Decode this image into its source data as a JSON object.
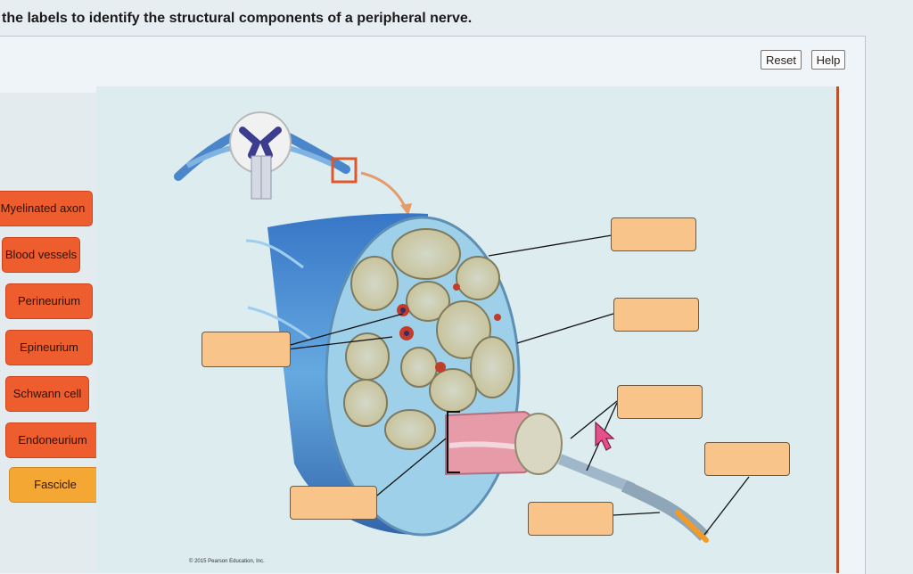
{
  "instruction": "the labels to identify the structural components of a peripheral nerve.",
  "toolbar": {
    "reset_label": "Reset",
    "help_label": "Help"
  },
  "labels": [
    "Myelinated axon",
    "Blood vessels",
    "Perineurium",
    "Epineurium",
    "Schwann cell",
    "Endoneurium",
    "Fascicle"
  ],
  "copyright": "© 2015 Pearson Education, Inc.",
  "colors": {
    "label_orange": "#ee5d2e",
    "label_yellow": "#f5a733",
    "drop_target": "#f9c48a"
  }
}
